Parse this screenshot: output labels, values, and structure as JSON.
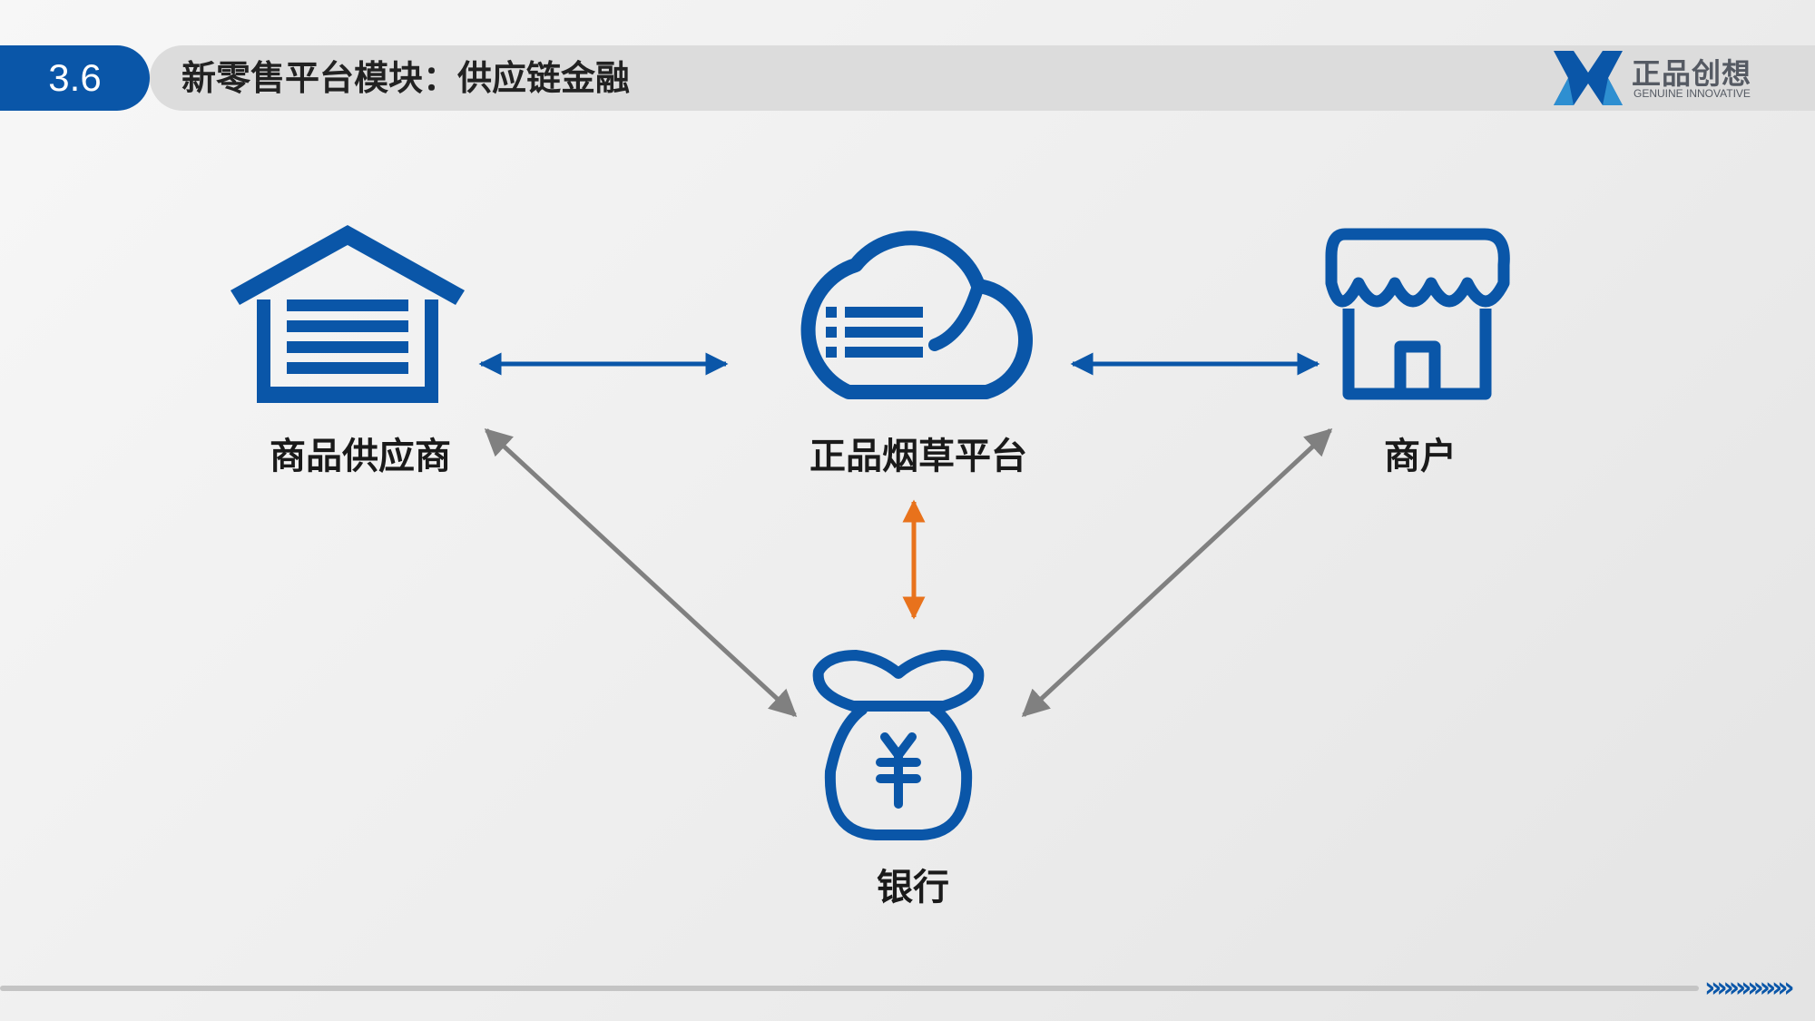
{
  "header": {
    "section_number": "3.6",
    "title": "新零售平台模块：供应链金融"
  },
  "logo": {
    "name_cn": "正品创想",
    "name_en": "GENUINE INNOVATIVE"
  },
  "nodes": {
    "supplier": {
      "label": "商品供应商",
      "icon": "warehouse-icon"
    },
    "platform": {
      "label": "正品烟草平台",
      "icon": "cloud-list-icon"
    },
    "merchant": {
      "label": "商户",
      "icon": "storefront-icon"
    },
    "bank": {
      "label": "银行",
      "icon": "money-bag-yuan-icon"
    }
  },
  "colors": {
    "brand_blue": "#0a56a8",
    "gray_arrow": "#808080",
    "orange_arrow": "#e8721c"
  },
  "footer": {
    "chevrons": "»»»»»»»"
  }
}
